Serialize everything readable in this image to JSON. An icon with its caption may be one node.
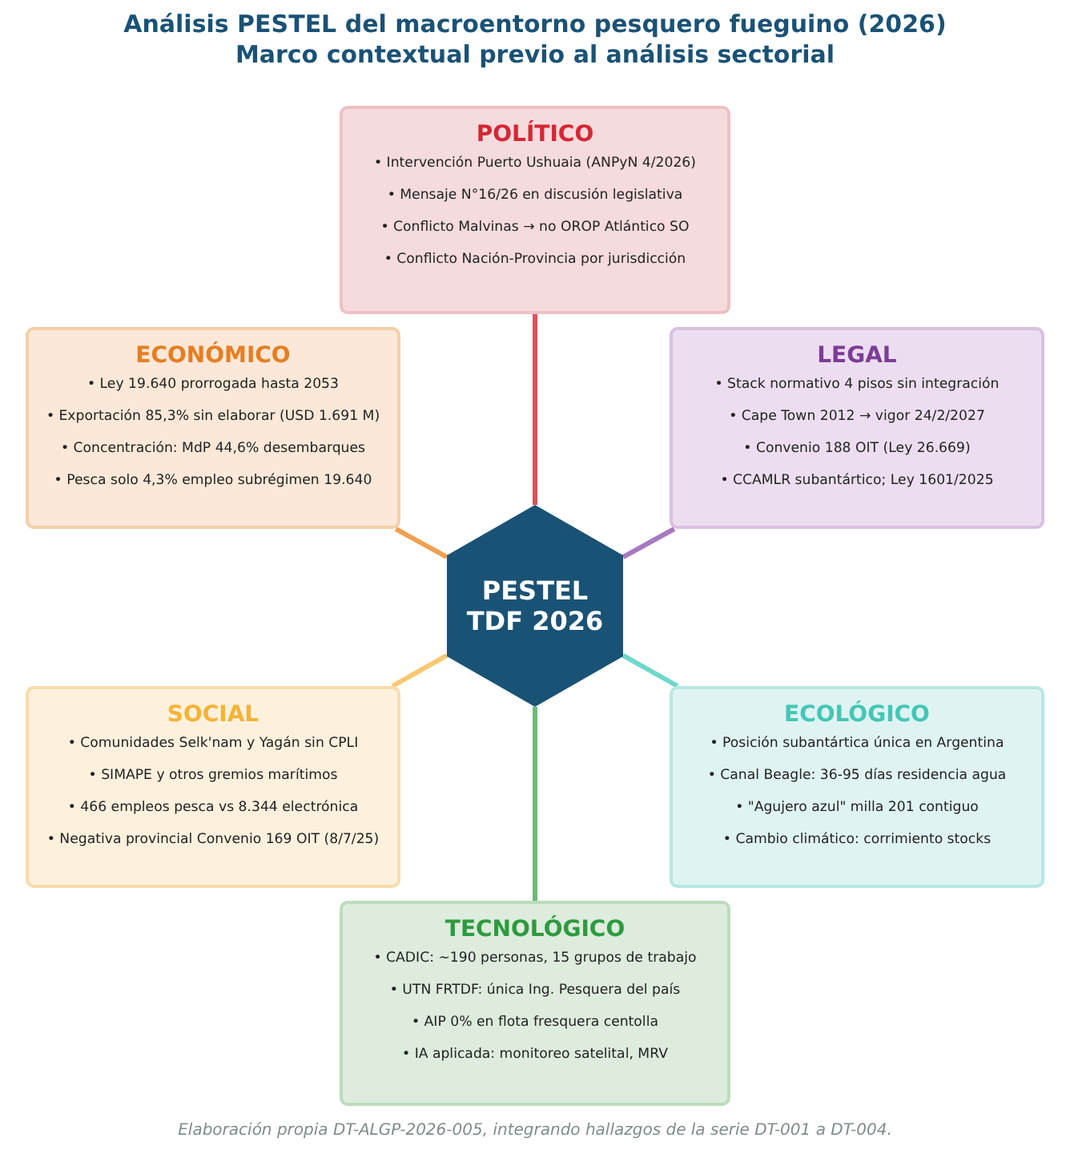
{
  "diagram": {
    "title": "Análisis PESTEL del macroentorno pesquero fueguino (2026)",
    "caption": "Elaboración propia DT-ALGP-2026-005, integrando hallazgos de la serie DT-001 a DT-004.",
    "labels": [
      "Marco contextual previo al análisis sectorial"
    ],
    "nodes": [
      {
        "text": [
          "POLÍTICO",
          "• Intervención Puerto Ushuaia (ANPyN 4/2026)",
          "• Mensaje N°16/26 en discusión legislativa",
          "• Conflicto Malvinas → no OROP Atlántico SO",
          "• Conflicto Nación-Provincia por jurisdicción"
        ]
      },
      {
        "text": [
          "ECONÓMICO",
          "• Ley 19.640 prorrogada hasta 2053",
          "• Exportación 85,3% sin elaborar (USD 1.691 M)",
          "• Concentración: MdP 44,6% desembarques",
          "• Pesca solo 4,3% empleo subrégimen 19.640"
        ]
      },
      {
        "text": [
          "LEGAL",
          "• Stack normativo 4 pisos sin integración",
          "• Cape Town 2012 → vigor 24/2/2027",
          "• Convenio 188 OIT (Ley 26.669)",
          "• CCAMLR subantártico; Ley 1601/2025"
        ]
      },
      {
        "text": [
          "PESTEL TDF 2026"
        ]
      },
      {
        "text": [
          "SOCIAL",
          "• Comunidades Selk'nam y Yagán sin CPLI",
          "• SIMAPE y otros gremios marítimos",
          "• 466 empleos pesca vs 8.344 electrónica",
          "• Negativa provincial Convenio 169 OIT (8/7/25)"
        ]
      },
      {
        "text": [
          "ECOLÓGICO",
          "• Posición subantártica única en Argentina",
          "• Canal Beagle: 36-95 días residencia agua",
          "• \"Agujero azul\" milla 201 contiguo",
          "• Cambio climático: corrimiento stocks"
        ]
      },
      {
        "text": [
          "TECNOLÓGICO",
          "• CADIC: ~190 personas, 15 grupos de trabajo",
          "• UTN FRTDF: única Ing. Pesquera del país",
          "• AIP 0% en flota fresquera centolla",
          "• IA aplicada: monitoreo satelital, MRV"
        ]
      }
    ],
    "edges": [
      {
        "from": 3,
        "to": 0,
        "arrow": "none",
        "color": "#d9545c"
      },
      {
        "from": 3,
        "to": 1,
        "arrow": "none",
        "color": "#f0a050"
      },
      {
        "from": 3,
        "to": 2,
        "arrow": "none",
        "color": "#a779c0"
      },
      {
        "from": 3,
        "to": 4,
        "arrow": "none",
        "color": "#f8c870"
      },
      {
        "from": 3,
        "to": 5,
        "arrow": "none",
        "color": "#6ed8c8"
      },
      {
        "from": 3,
        "to": 6,
        "arrow": "none",
        "color": "#6cba78"
      }
    ]
  }
}
